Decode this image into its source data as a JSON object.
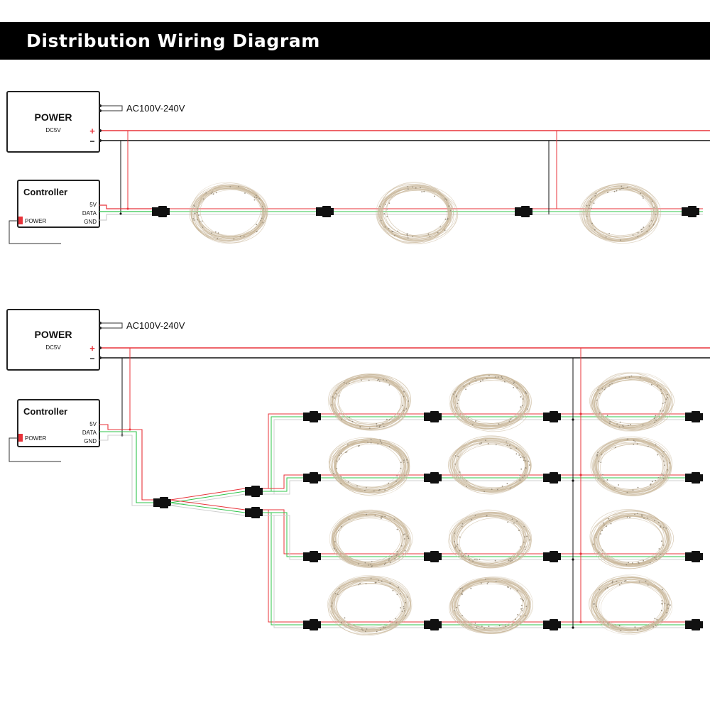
{
  "header": {
    "title": "Distribution Wiring Diagram"
  },
  "colors": {
    "positive": "#e8333a",
    "negative": "#111111",
    "data": "#2fc44a",
    "gnd": "#cfcfcf",
    "wire_string": "#c9b79a",
    "banner": "#000000"
  },
  "diagrams": [
    {
      "power": {
        "title": "POWER",
        "subtitle": "DC5V",
        "ac_label": "AC100V-240V",
        "plus": "+",
        "minus": "−"
      },
      "controller": {
        "title": "Controller",
        "pins": [
          "5V",
          "DATA",
          "GND"
        ],
        "power_label": "POWER"
      }
    },
    {
      "power": {
        "title": "POWER",
        "subtitle": "DC5V",
        "ac_label": "AC100V-240V",
        "plus": "+",
        "minus": "−"
      },
      "controller": {
        "title": "Controller",
        "pins": [
          "5V",
          "DATA",
          "GND"
        ],
        "power_label": "POWER"
      }
    }
  ]
}
